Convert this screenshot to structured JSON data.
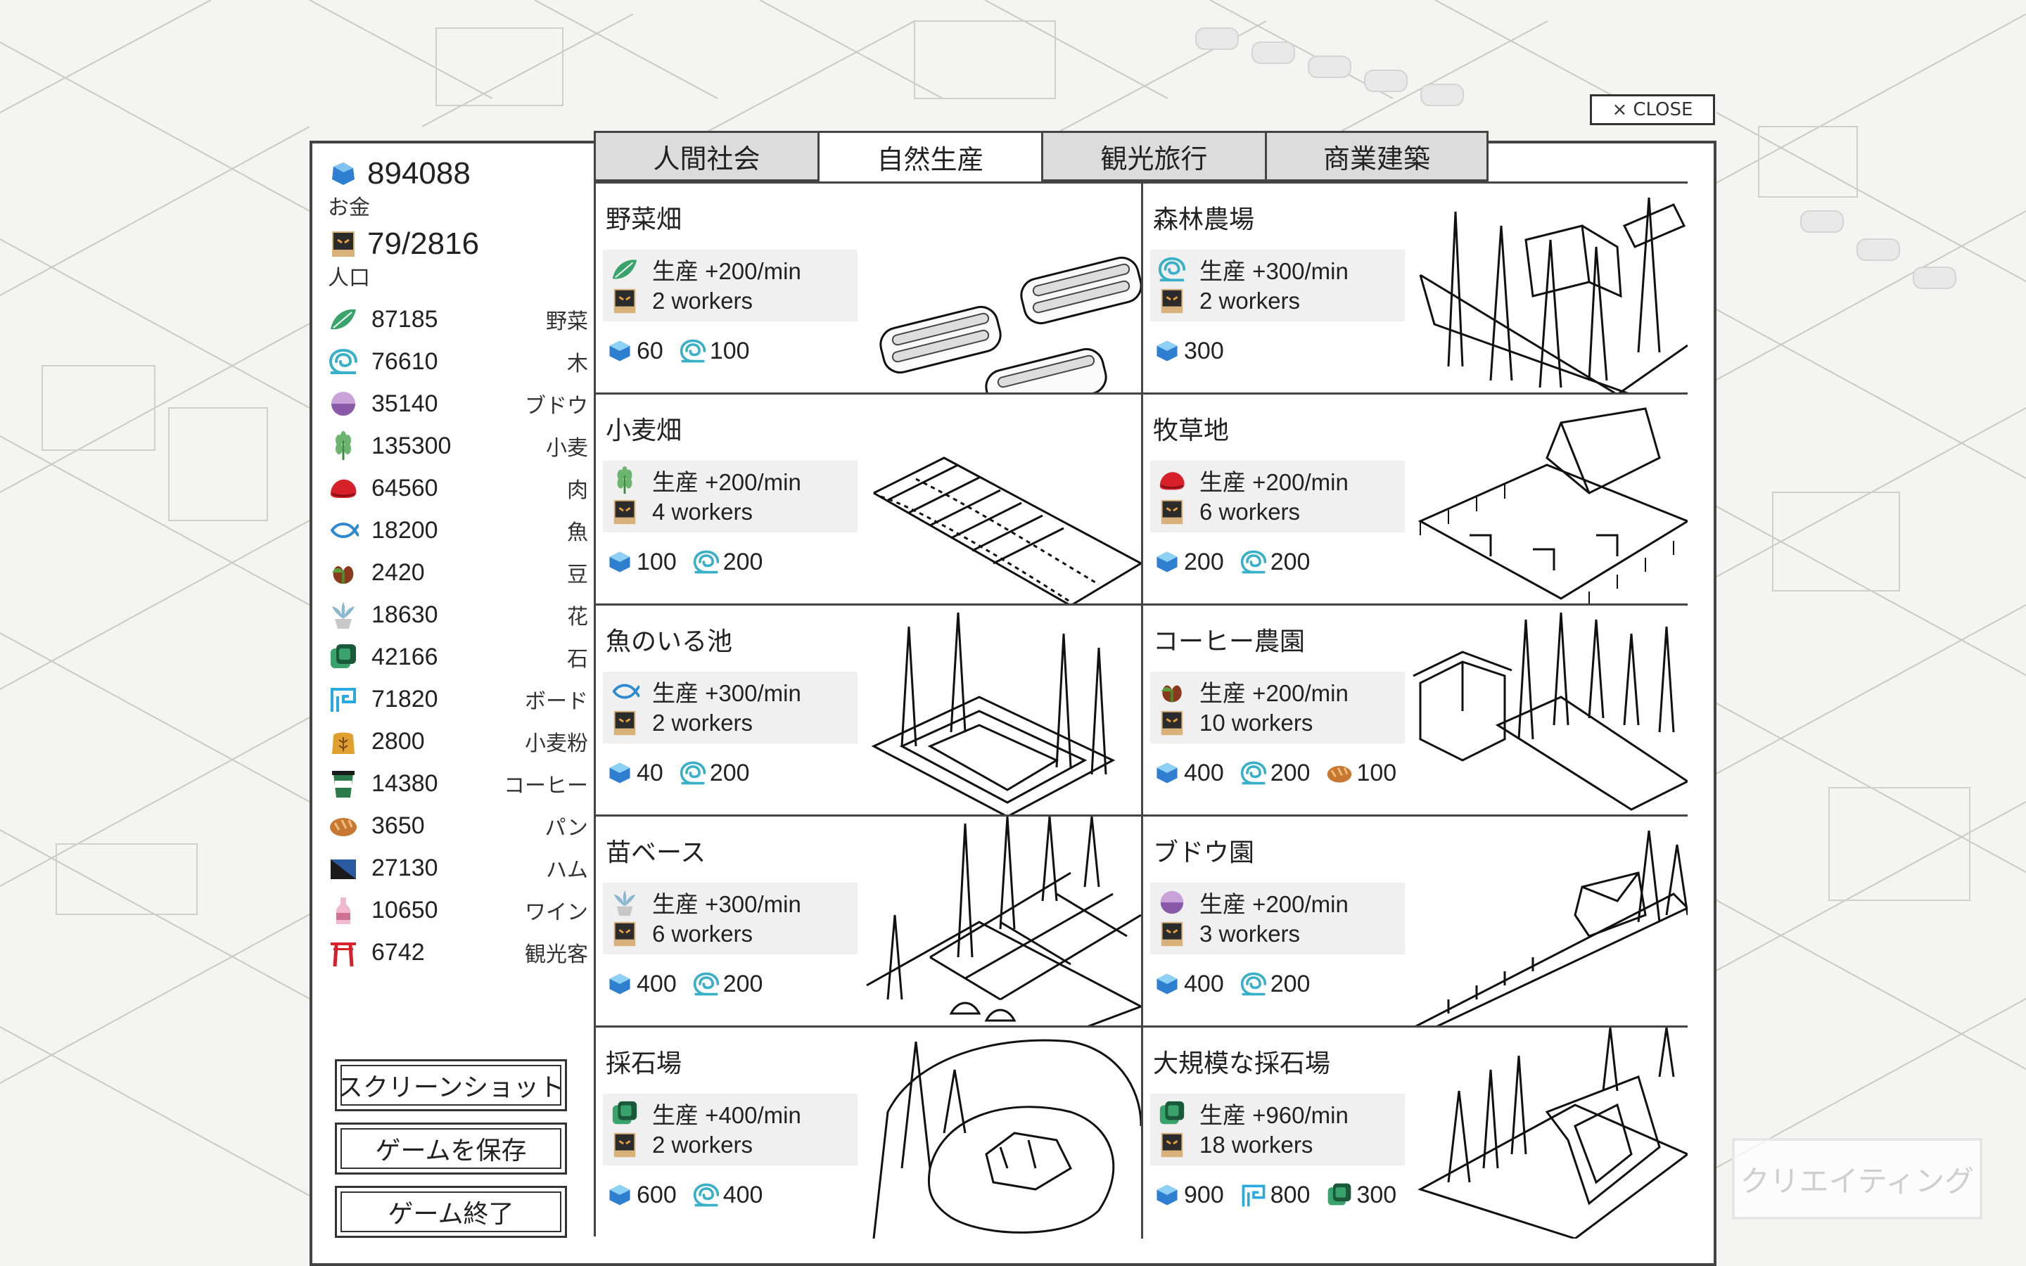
{
  "close_label": "CLOSE",
  "stats": {
    "money_value": "894088",
    "money_label": "お金",
    "population_value": "79/2816",
    "population_label": "人口"
  },
  "resources": [
    {
      "icon": "leaf-icon",
      "value": "87185",
      "name": "野菜"
    },
    {
      "icon": "wood-swirl-icon",
      "value": "76610",
      "name": "木"
    },
    {
      "icon": "grape-icon",
      "value": "35140",
      "name": "ブドウ"
    },
    {
      "icon": "wheat-icon",
      "value": "135300",
      "name": "小麦"
    },
    {
      "icon": "meat-icon",
      "value": "64560",
      "name": "肉"
    },
    {
      "icon": "fish-icon",
      "value": "18200",
      "name": "魚"
    },
    {
      "icon": "bean-icon",
      "value": "2420",
      "name": "豆"
    },
    {
      "icon": "flower-icon",
      "value": "18630",
      "name": "花"
    },
    {
      "icon": "stone-icon",
      "value": "42166",
      "name": "石"
    },
    {
      "icon": "board-icon",
      "value": "71820",
      "name": "ボード"
    },
    {
      "icon": "flour-icon",
      "value": "2800",
      "name": "小麦粉"
    },
    {
      "icon": "coffee-icon",
      "value": "14380",
      "name": "コーヒー"
    },
    {
      "icon": "bread-icon",
      "value": "3650",
      "name": "パン"
    },
    {
      "icon": "ham-icon",
      "value": "27130",
      "name": "ハム"
    },
    {
      "icon": "wine-icon",
      "value": "10650",
      "name": "ワイン"
    },
    {
      "icon": "torii-icon",
      "value": "6742",
      "name": "観光客"
    }
  ],
  "buttons": {
    "screenshot": "スクリーンショット",
    "save": "ゲームを保存",
    "quit": "ゲーム終了"
  },
  "tabs": [
    "人間社会",
    "自然生産",
    "観光旅行",
    "商業建築"
  ],
  "active_tab": "自然生産",
  "buildings": [
    {
      "title": "野菜畑",
      "prod_icon": "leaf-icon",
      "production": "生産 +200/min",
      "workers": "2 workers",
      "costs": [
        {
          "icon": "money-icon",
          "value": "60"
        },
        {
          "icon": "wood-swirl-icon",
          "value": "100"
        }
      ],
      "sketch": "garden"
    },
    {
      "title": "森林農場",
      "prod_icon": "wood-swirl-icon",
      "production": "生産 +300/min",
      "workers": "2 workers",
      "costs": [
        {
          "icon": "money-icon",
          "value": "300"
        }
      ],
      "sketch": "forest"
    },
    {
      "title": "小麦畑",
      "prod_icon": "wheat-icon",
      "production": "生産 +200/min",
      "workers": "4 workers",
      "costs": [
        {
          "icon": "money-icon",
          "value": "100"
        },
        {
          "icon": "wood-swirl-icon",
          "value": "200"
        }
      ],
      "sketch": "field"
    },
    {
      "title": "牧草地",
      "prod_icon": "meat-icon",
      "production": "生産 +200/min",
      "workers": "6 workers",
      "costs": [
        {
          "icon": "money-icon",
          "value": "200"
        },
        {
          "icon": "wood-swirl-icon",
          "value": "200"
        }
      ],
      "sketch": "pasture"
    },
    {
      "title": "魚のいる池",
      "prod_icon": "fish-icon",
      "production": "生産 +300/min",
      "workers": "2 workers",
      "costs": [
        {
          "icon": "money-icon",
          "value": "40"
        },
        {
          "icon": "wood-swirl-icon",
          "value": "200"
        }
      ],
      "sketch": "pond"
    },
    {
      "title": "コーヒー農園",
      "prod_icon": "bean-icon",
      "production": "生産 +200/min",
      "workers": "10 workers",
      "costs": [
        {
          "icon": "money-icon",
          "value": "400"
        },
        {
          "icon": "wood-swirl-icon",
          "value": "200"
        },
        {
          "icon": "bread-icon",
          "value": "100"
        }
      ],
      "sketch": "coffee"
    },
    {
      "title": "苗ベース",
      "prod_icon": "flower-icon",
      "production": "生産 +300/min",
      "workers": "6 workers",
      "costs": [
        {
          "icon": "money-icon",
          "value": "400"
        },
        {
          "icon": "wood-swirl-icon",
          "value": "200"
        }
      ],
      "sketch": "nursery"
    },
    {
      "title": "ブドウ園",
      "prod_icon": "grape-icon",
      "production": "生産 +200/min",
      "workers": "3 workers",
      "costs": [
        {
          "icon": "money-icon",
          "value": "400"
        },
        {
          "icon": "wood-swirl-icon",
          "value": "200"
        }
      ],
      "sketch": "vineyard"
    },
    {
      "title": "採石場",
      "prod_icon": "stone-icon",
      "production": "生産 +400/min",
      "workers": "2 workers",
      "costs": [
        {
          "icon": "money-icon",
          "value": "600"
        },
        {
          "icon": "wood-swirl-icon",
          "value": "400"
        }
      ],
      "sketch": "quarry"
    },
    {
      "title": "大規模な採石場",
      "prod_icon": "stone-icon",
      "production": "生産 +960/min",
      "workers": "18 workers",
      "costs": [
        {
          "icon": "money-icon",
          "value": "900"
        },
        {
          "icon": "board-icon",
          "value": "800"
        },
        {
          "icon": "stone-icon",
          "value": "300"
        }
      ],
      "sketch": "bigquarry"
    }
  ],
  "creating_label": "クリエイティング"
}
